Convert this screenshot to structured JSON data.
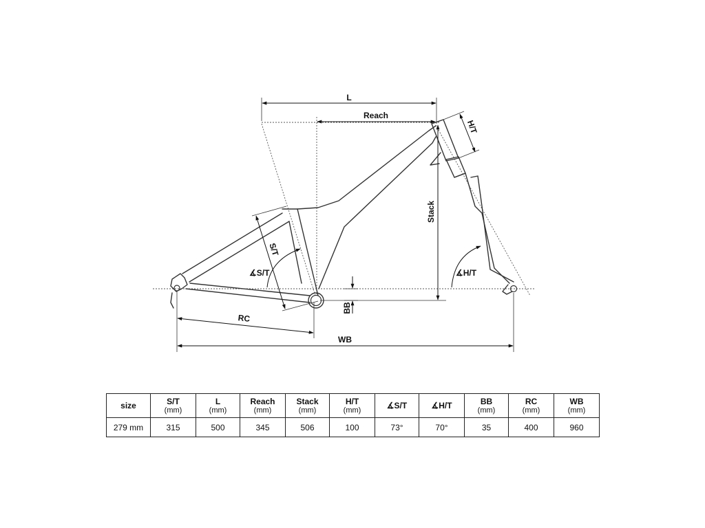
{
  "diagram": {
    "labels": {
      "l": "L",
      "reach": "Reach",
      "ht": "H/T",
      "stack": "Stack",
      "st": "S/T",
      "st_angle": "∡S/T",
      "ht_angle": "∡H/T",
      "bb": "BB",
      "rc": "RC",
      "wb": "WB"
    }
  },
  "table": {
    "headers": [
      {
        "name": "size",
        "unit": ""
      },
      {
        "name": "S/T",
        "unit": "(mm)"
      },
      {
        "name": "L",
        "unit": "(mm)"
      },
      {
        "name": "Reach",
        "unit": "(mm)"
      },
      {
        "name": "Stack",
        "unit": "(mm)"
      },
      {
        "name": "H/T",
        "unit": "(mm)"
      },
      {
        "name": "∡S/T",
        "unit": ""
      },
      {
        "name": "∡H/T",
        "unit": ""
      },
      {
        "name": "BB",
        "unit": "(mm)"
      },
      {
        "name": "RC",
        "unit": "(mm)"
      },
      {
        "name": "WB",
        "unit": "(mm)"
      }
    ],
    "rows": [
      [
        "279 mm",
        "315",
        "500",
        "345",
        "506",
        "100",
        "73°",
        "70°",
        "35",
        "400",
        "960"
      ]
    ]
  }
}
